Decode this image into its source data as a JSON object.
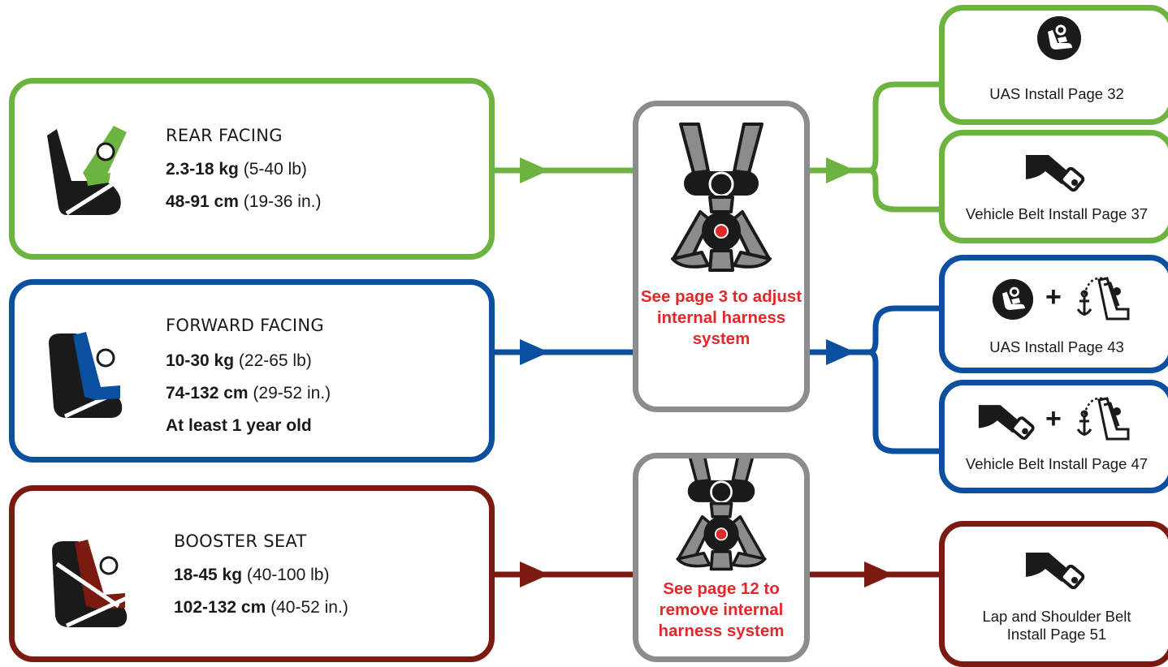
{
  "colors": {
    "rear": "#6db33f",
    "forward": "#0b4fa0",
    "booster": "#7a1a10",
    "harness_border": "#8c8c8c",
    "note_red": "#e2282a",
    "icon_dark": "#1a1a1a"
  },
  "categories": [
    {
      "id": "rear",
      "title": "REAR FACING",
      "lines": [
        {
          "bold": "2.3-18 kg",
          "rest": " (5-40 lb)"
        },
        {
          "bold": "48-91 cm",
          "rest": " (19-36 in.)"
        }
      ]
    },
    {
      "id": "forward",
      "title": "FORWARD FACING",
      "lines": [
        {
          "bold": "10-30 kg",
          "rest": " (22-65 lb)"
        },
        {
          "bold": "74-132 cm",
          "rest": " (29-52 in.)"
        },
        {
          "bold": "At least 1 year old",
          "rest": ""
        }
      ]
    },
    {
      "id": "booster",
      "title": "BOOSTER SEAT",
      "lines": [
        {
          "bold": "18-45 kg",
          "rest": " (40-100 lb)"
        },
        {
          "bold": "102-132 cm",
          "rest": " (40-52 in.)"
        }
      ]
    }
  ],
  "harness": {
    "adjust_note": "See page 3 to adjust internal harness system",
    "remove_note": "See page 12 to remove internal harness system"
  },
  "installs": {
    "rear_uas": "UAS Install Page 32",
    "rear_belt": "Vehicle Belt Install Page 37",
    "forward_uas": "UAS Install Page 43",
    "forward_belt": "Vehicle Belt Install Page 47",
    "booster_belt_line1": "Lap and Shoulder Belt",
    "booster_belt_line2": "Install Page 51",
    "plus": "+"
  },
  "icons": [
    "car-seat-rear-icon",
    "car-seat-forward-icon",
    "booster-seat-icon",
    "harness-icon",
    "uas-icon",
    "seat-belt-icon",
    "tether-anchor-icon"
  ]
}
